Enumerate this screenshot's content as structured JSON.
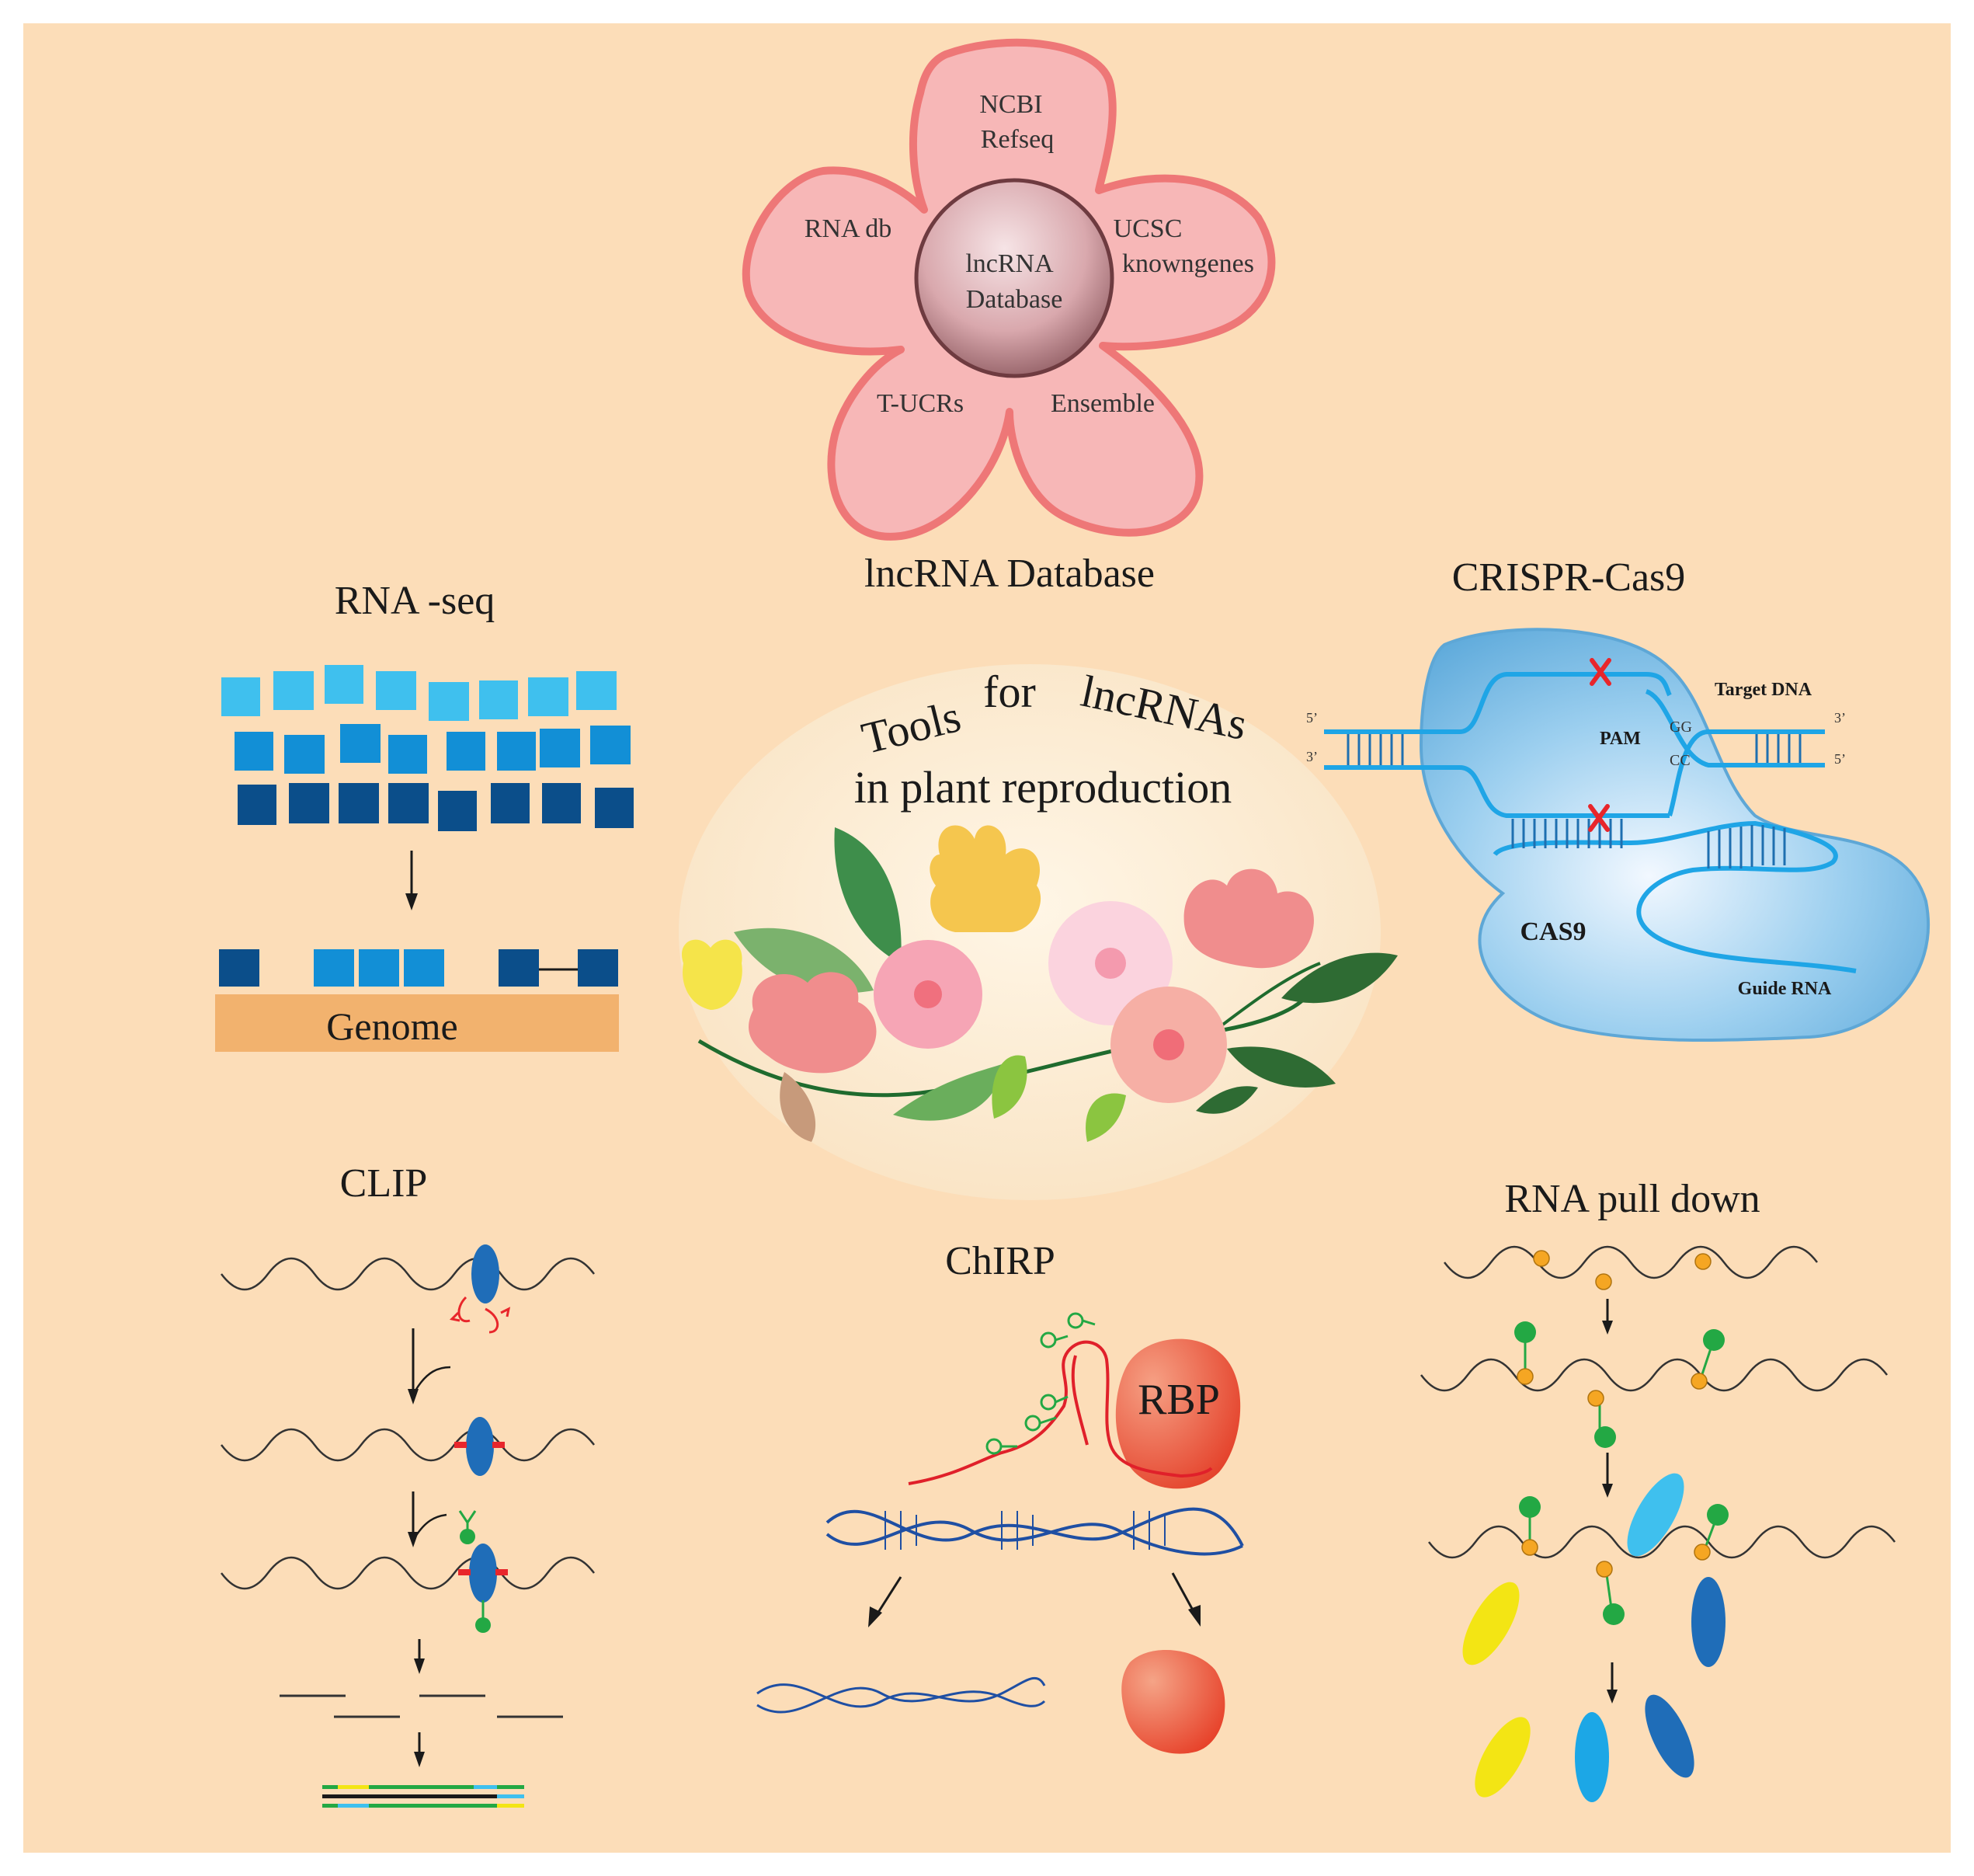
{
  "colors": {
    "background": "#FCDDB8",
    "petal": "#F7B7B7",
    "petal_border": "#EE7777",
    "sphere": "#C99A9E",
    "light_blue": "#3FC0EE",
    "mid_blue": "#128FD6",
    "dark_blue": "#0B4E8A",
    "genome_bar": "#F2B26E",
    "crispr_blob": "#6FB5E2",
    "rbp": "#EB6A45",
    "green": "#23A844",
    "bead": "#F5A623",
    "yellow": "#F3E514",
    "red": "#E8262B",
    "rna_red": "#E0202A"
  },
  "database": {
    "center_line1": "lncRNA",
    "center_line2": "Database",
    "petal_ncbi_1": "NCBI",
    "petal_ncbi_2": "Refseq",
    "petal_rnadb": "RNA db",
    "petal_ucsc_1": "UCSC",
    "petal_ucsc_2": "knowngenes",
    "petal_tucrs": "T-UCRs",
    "petal_ensemble": "Ensemble",
    "caption": "lncRNA Database"
  },
  "central": {
    "title_line1": [
      "Tools",
      "for",
      "lncRNAs"
    ],
    "title_line2": "in plant reproduction"
  },
  "rnaseq": {
    "title": "RNA -seq",
    "genome_label": "Genome"
  },
  "crispr": {
    "title": "CRISPR-Cas9",
    "target_dna": "Target DNA",
    "pam": "PAM",
    "gg": "GG",
    "cc": "CC",
    "five_prime_left": "5’",
    "three_prime_left": "3’",
    "three_prime_right": "3’",
    "five_prime_right": "5’",
    "cas9": "CAS9",
    "guide_rna": "Guide RNA"
  },
  "clip": {
    "title": "CLIP"
  },
  "chirp": {
    "title": "ChIRP",
    "rbp": "RBP"
  },
  "pulldown": {
    "title": "RNA pull down"
  }
}
